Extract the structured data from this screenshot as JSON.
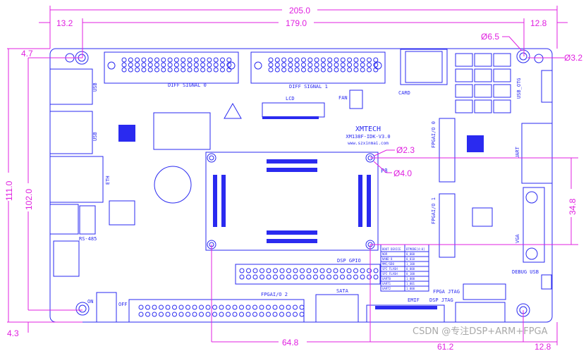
{
  "board": {
    "brand": "XMTECH",
    "model": "XM138F-IDK-V3.0",
    "website": "www.szxinmai.com"
  },
  "dimensions": {
    "overall_width": "205.0",
    "hole_spacing_x": "179.0",
    "left_hole_offset": "13.2",
    "right_hole_offset": "12.8",
    "top_hole_offset": "4.7",
    "overall_height": "111.0",
    "hole_spacing_y": "102.0",
    "bottom_hole_offset": "4.3",
    "hole_pad_diameter": "Ø6.5",
    "hole_diameter": "Ø3.2",
    "module_hole_diameter": "Ø2.3",
    "module_pad_diameter": "Ø4.0",
    "module_hole_spacing_y": "34.8",
    "module_hole_spacing_x": "64.8",
    "module_to_right_hole": "61.2",
    "bottom_right_offset": "12.8"
  },
  "labels": {
    "diff_signal_0": "DIFF SIGNAL 0",
    "diff_signal_1": "DIFF SIGNAL 1",
    "lcd": "LCD",
    "fan": "FAN",
    "card": "CARD",
    "usb_otg": "USB_OTG",
    "uart": "UART",
    "vga": "VGA",
    "fpga_io_0": "FPGAI/O 0",
    "fpga_io_1": "FPGAI/O 1",
    "fpga_io_2": "FPGAI/O 2",
    "p8": "P8",
    "dsp_gpio": "DSP GPIO",
    "sata": "SATA",
    "emif": "EMIF",
    "fpga_jtag": "FPGA JTAG",
    "dsp_jtag": "DSP JTAG",
    "debug_usb": "DEBUG USB",
    "usb_1": "USB",
    "usb_2": "USB",
    "eth": "ETH",
    "rs485": "RS-485",
    "on": "ON",
    "off": "OFF"
  },
  "boot_table": {
    "headers": [
      "BOOT DEVICE",
      "BTMODE[4:0]"
    ],
    "rows": [
      [
        "NOR",
        "0_000"
      ],
      [
        "NAND 8",
        "0_010"
      ],
      [
        "MMC/SD0",
        "1_100"
      ],
      [
        "SPI FLASH",
        "0_000"
      ],
      [
        "SPI FLASH",
        "0_100"
      ],
      [
        "UART0",
        "1_000"
      ],
      [
        "UART1",
        "1_001"
      ],
      [
        "UART2",
        "1_000"
      ]
    ]
  },
  "watermark": "CSDN @专注DSP+ARM+FPGA",
  "colors": {
    "board_lines": "#2a2af0",
    "dimension_lines": "#e020e0"
  }
}
